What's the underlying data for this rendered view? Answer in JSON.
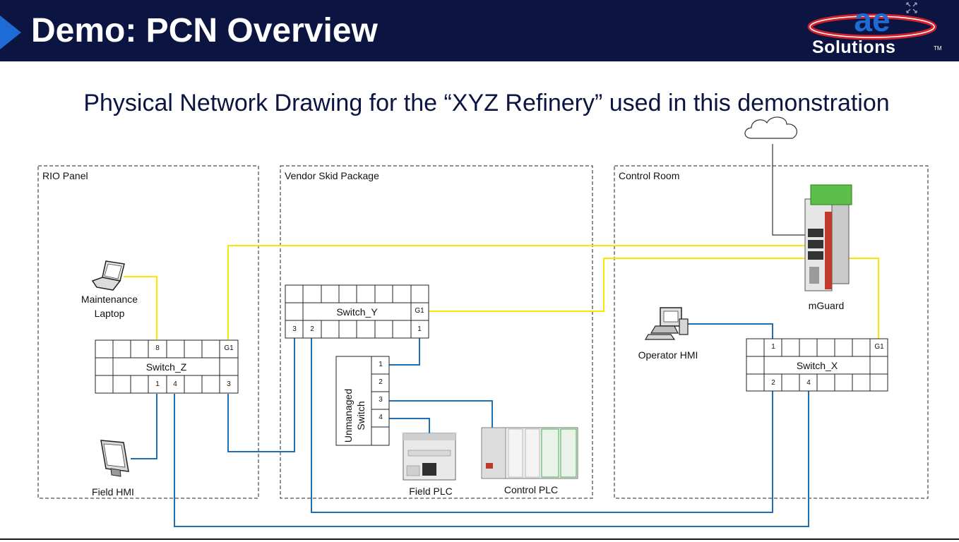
{
  "header": {
    "title": "Demo: PCN Overview",
    "logo_mark": "ae",
    "logo_text": "Solutions",
    "logo_tm": "TM",
    "colors": {
      "bar": "#0c1441",
      "arrow": "#1e6bd6",
      "logo_red": "#d3202a"
    }
  },
  "subtitle": "Physical Network Drawing for the “XYZ Refinery” used in this demonstration",
  "zones": {
    "rio": "RIO Panel",
    "vendor": "Vendor Skid Package",
    "control": "Control Room"
  },
  "devices": {
    "laptop_line1": "Maintenance",
    "laptop_line2": "Laptop",
    "field_hmi": "Field HMI",
    "operator_hmi": "Operator HMI",
    "mguard": "mGuard",
    "field_plc": "Field PLC",
    "control_plc": "Control PLC",
    "unmanaged_line1": "Unmanaged",
    "unmanaged_line2": "Switch",
    "cloud": "cloud-icon"
  },
  "switches": {
    "z": {
      "name": "Switch_Z",
      "top_port": "8",
      "uplink": "G1",
      "bottom_ports": [
        "1",
        "4",
        "3"
      ]
    },
    "y": {
      "name": "Switch_Y",
      "uplink": "G1",
      "bottom_ports": [
        "3",
        "2",
        "1"
      ]
    },
    "x": {
      "name": "Switch_X",
      "top_port": "1",
      "uplink": "G1",
      "bottom_ports": [
        "2",
        "4"
      ]
    },
    "unmanaged_ports": [
      "1",
      "2",
      "3",
      "4"
    ]
  },
  "cable_colors": {
    "fiber": "#ffe600",
    "copper": "#1f6fb4"
  }
}
